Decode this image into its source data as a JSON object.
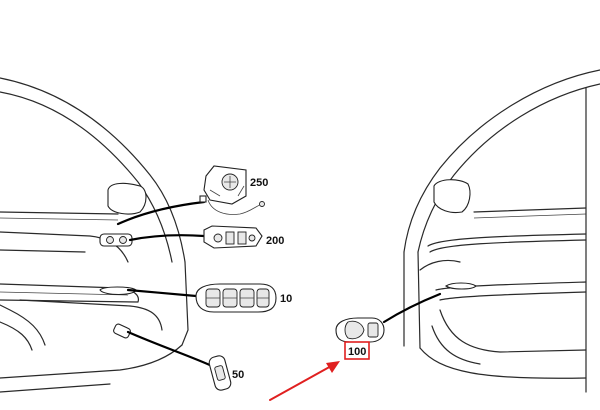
{
  "callouts": {
    "c250": "250",
    "c200": "200",
    "c10": "10",
    "c50": "50",
    "c100": "100"
  },
  "colors": {
    "highlight": "#e02020",
    "line_art": "#2a2a2a"
  }
}
